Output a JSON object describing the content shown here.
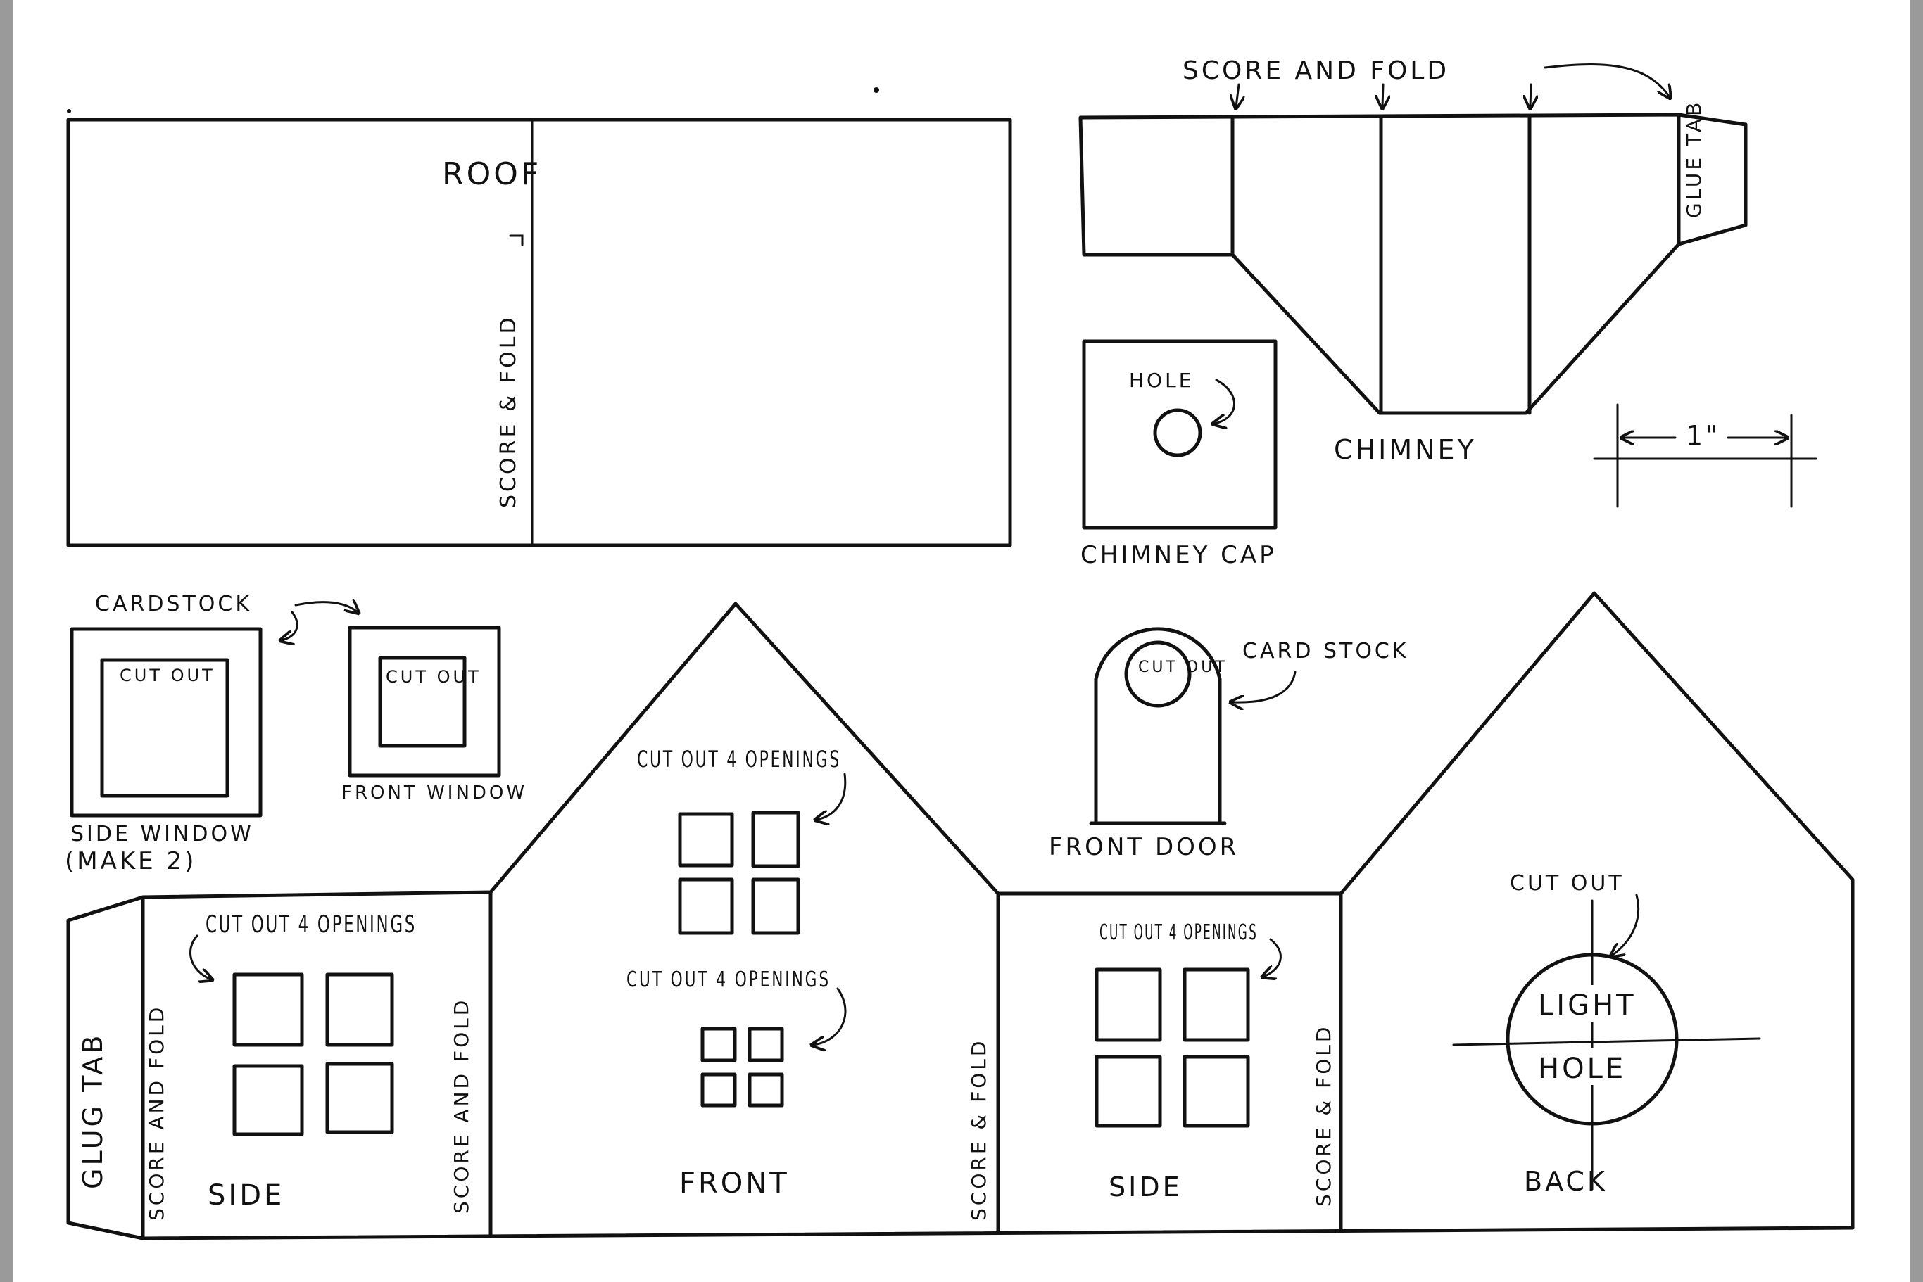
{
  "labels": {
    "roof": "ROOF",
    "roof_fold": "SCORE & FOLD",
    "chimney_score": "SCORE AND FOLD",
    "glue_tab": "GLUE TAB",
    "chimney": "CHIMNEY",
    "chimney_cap": "CHIMNEY CAP",
    "hole": "HOLE",
    "scale": "1\"",
    "cardstock_1": "CARDSTOCK",
    "cut_out": "CUT OUT",
    "side_window": "SIDE WINDOW",
    "make_2": "(MAKE 2)",
    "front_window": "FRONT WINDOW",
    "cut_out_4_openings": "CUT OUT 4 OPENINGS",
    "cardstock_2": "CARD STOCK",
    "front_door": "FRONT DOOR",
    "glue_tab_side": "GLUG TAB",
    "score_and_fold": "SCORE AND FOLD",
    "side": "SIDE",
    "front": "FRONT",
    "score_fold": "SCORE & FOLD",
    "back": "BACK",
    "light": "LIGHT",
    "hole_back": "HOLE"
  },
  "colors": {
    "ink": "#111111",
    "paper": "#ffffff",
    "frame": "#9a9a9a"
  }
}
